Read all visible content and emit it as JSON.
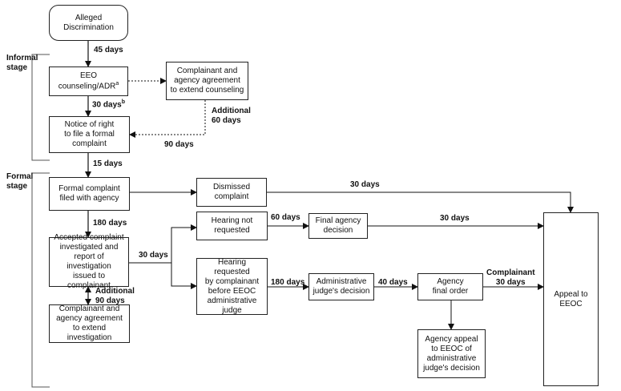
{
  "stages": {
    "informal": "Informal\nstage",
    "formal": "Formal\nstage"
  },
  "nodes": {
    "alleged": "Alleged\nDiscrimination",
    "eeo_counseling": "EEO\ncounseling/ADR",
    "eeo_counseling_note": "a",
    "extend_counseling": "Complainant and\nagency agreement\nto extend counseling",
    "notice_of_right": "Notice of right\nto file a formal\ncomplaint",
    "formal_complaint": "Formal complaint\nfiled with agency",
    "dismissed": "Dismissed\ncomplaint",
    "accepted": "Accepted complaint\ninvestigated and\nreport of investigation\nissued to complainant",
    "extend_investigation": "Complainant and\nagency agreement\nto extend investigation",
    "hearing_not_requested": "Hearing not\nrequested",
    "final_agency_decision": "Final agency\ndecision",
    "hearing_requested": "Hearing requested\nby complainant\nbefore EEOC\nadministrative\njudge",
    "aj_decision": "Administrative\njudge's decision",
    "agency_final_order": "Agency\nfinal order",
    "agency_appeal": "Agency appeal\nto EEOC of\nadministrative\njudge's decision",
    "appeal_eeoc": "Appeal to\nEEOC"
  },
  "labels": {
    "d45": "45 days",
    "d30b": "30 days",
    "d30b_note": "b",
    "additional60": "Additional\n60 days",
    "d90": "90 days",
    "d15": "15 days",
    "d30_dismissed": "30 days",
    "d180": "180 days",
    "additional90": "Additional\n90 days",
    "d30_hearing": "30 days",
    "d60": "60 days",
    "d30_final": "30 days",
    "d180_aj": "180 days",
    "d40": "40 days",
    "complainant30": "Complainant\n30 days"
  }
}
